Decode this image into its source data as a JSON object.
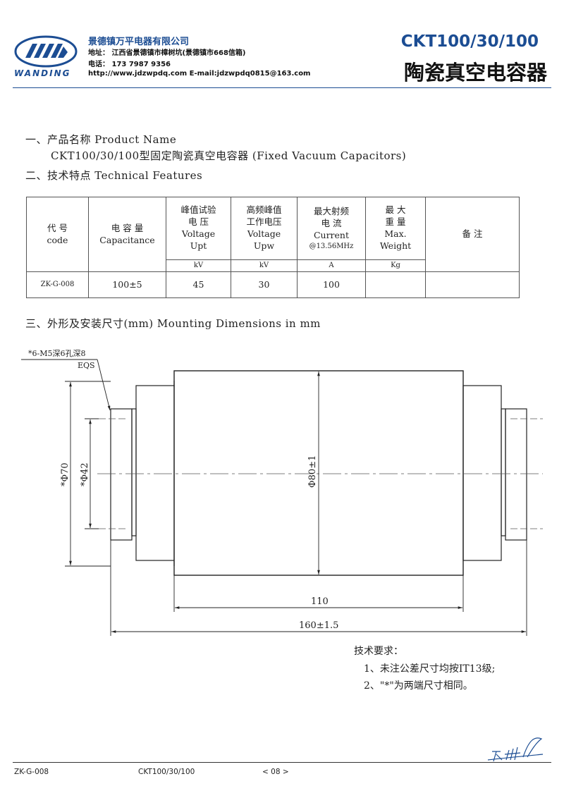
{
  "header": {
    "brand": "WANDING",
    "company": "景德镇万平电器有限公司",
    "address": "地址：  江西省景德镇市樟树坑(景德镇市668信箱)",
    "phone": "电话：  173 7987 9356",
    "web": "http://www.jdzwpdq.com   E-mail:jdzwpdq0815@163.com",
    "model": "CKT100/30/100",
    "title_cn": "陶瓷真空电容器",
    "accent_color": "#1c4d93"
  },
  "sections": {
    "s1_title": "一、产品名称   Product Name",
    "s1_text": "CKT100/30/100型固定陶瓷真空电容器  (Fixed Vacuum Capacitors)",
    "s2_title": "二、技术特点   Technical Features",
    "s3_title": "三、外形及安装尺寸(mm)    Mounting Dimensions in mm"
  },
  "table": {
    "h_code_cn": "代 号",
    "h_code_en": "code",
    "h_cap_cn": "电 容 量",
    "h_cap_en": "Capacitance",
    "h_test_1": "峰值试验",
    "h_test_2": "电    压",
    "h_test_3": "Voltage",
    "h_test_4": "Upt",
    "h_test_unit": "kV",
    "h_work_1": "高频峰值",
    "h_work_2": "工作电压",
    "h_work_3": "Voltage",
    "h_work_4": "Upw",
    "h_work_unit": "kV",
    "h_cur_1": "最大射频",
    "h_cur_2": "电    流",
    "h_cur_3": "Current",
    "h_cur_4": "@13.56MHz",
    "h_cur_unit": "A",
    "h_wt_1": "最    大",
    "h_wt_2": "重    量",
    "h_wt_3": "Max.",
    "h_wt_4": "Weight",
    "h_wt_unit": "Kg",
    "h_note": "备  注",
    "row": {
      "code": "ZK-G-008",
      "capacitance": "100±5",
      "upt": "45",
      "upw": "30",
      "current": "100",
      "weight": "",
      "note": ""
    }
  },
  "drawing": {
    "thread_note": "*6-M5深6孔深8",
    "eqs": "EQS",
    "dim_d70": "*Φ70",
    "dim_d42": "*Φ42",
    "dim_d80": "Φ80±1",
    "dim_110": "110",
    "dim_160": "160±1.5"
  },
  "notes": {
    "title": "技术要求：",
    "n1": "1、未注公差尺寸均按IT13级;",
    "n2": "2、\"*\"为两端尺寸相同。"
  },
  "footer": {
    "code": "ZK-G-008",
    "model": "CKT100/30/100",
    "page": "<  08  >"
  }
}
